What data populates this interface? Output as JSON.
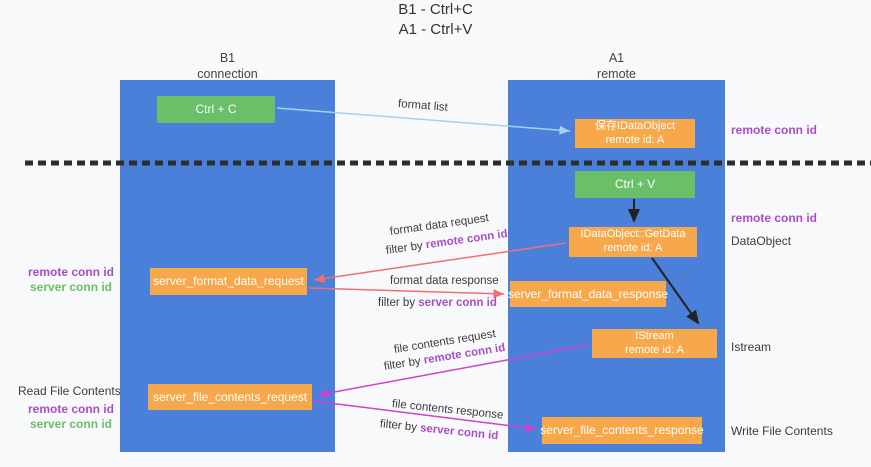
{
  "title": {
    "line1": "B1 - Ctrl+C",
    "line2": "A1 - Ctrl+V"
  },
  "columns": {
    "left": {
      "name": "B1",
      "subtitle": "connection"
    },
    "right": {
      "name": "A1",
      "subtitle": "remote"
    }
  },
  "boxes": {
    "ctrl_c": "Ctrl + C",
    "ctrl_v": "Ctrl + V",
    "save_idataobject": {
      "line1": "保存IDataObject",
      "line2": "remote id: A"
    },
    "getdata": {
      "line1": "IDataObject::GetData",
      "line2": "remote id: A"
    },
    "istream": {
      "line1": "IStream",
      "line2": "remote id: A"
    },
    "format_request": "server_format_data_request",
    "format_response": "server_format_data_response",
    "file_request": "server_file_contents_request",
    "file_response": "server_file_contents_response"
  },
  "arrows": {
    "format_list": "format list",
    "format_data_request": "format data request",
    "format_data_response": "format data response",
    "file_contents_request": "file contents request",
    "file_contents_response": "file contents response",
    "filter_by": "filter by ",
    "remote_conn_id": "remote conn id",
    "server_conn_id": "server conn id"
  },
  "annotations": {
    "remote_conn_id": "remote conn id",
    "server_conn_id": "server conn id",
    "dataobject": "DataObject",
    "istream": "Istream",
    "read_file_contents": "Read File Contents",
    "write_file_contents": "Write File Contents"
  },
  "colors": {
    "column_blue": "#4a80d9",
    "box_green": "#6abf69",
    "box_orange": "#f7a84a",
    "arrow_red": "#ee7070",
    "arrow_magenta": "#cc44cc",
    "arrow_lightblue": "#a5d2f0",
    "arrow_black": "#222222",
    "text_purple": "#a84fc5",
    "text_green": "#6abf69"
  }
}
